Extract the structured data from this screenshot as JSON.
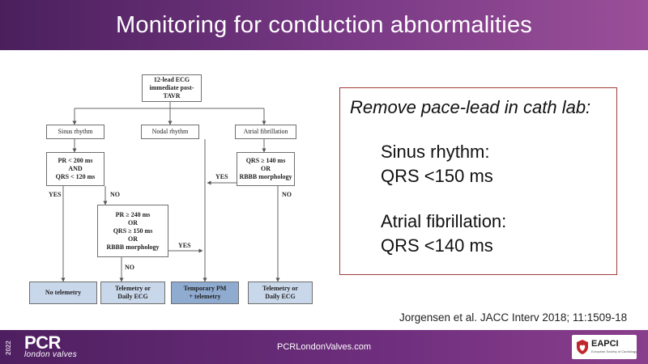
{
  "slide": {
    "title": "Monitoring for conduction abnormalities",
    "citation": "Jorgensen et al. JACC Interv 2018; 11:1509-18",
    "footer_url": "PCRLondonValves.com"
  },
  "logo": {
    "year": "2022",
    "brand": "PCR",
    "sub": "london valves"
  },
  "partner": {
    "name": "EAPCI",
    "subtitle": "European Society of Cardiology"
  },
  "flowchart": {
    "start": [
      "12-lead ECG",
      "immediate post-TAVR"
    ],
    "rhythms": [
      "Sinus rhythm",
      "Nodal rhythm",
      "Atrial fibrillation"
    ],
    "sinus_criteria": [
      "PR < 200 ms",
      "AND",
      "QRS < 120 ms"
    ],
    "af_criteria": [
      "QRS ≥ 140 ms",
      "OR",
      "RBBB morphology"
    ],
    "middle_criteria": [
      "PR ≥ 240 ms",
      "OR",
      "QRS ≥ 150 ms",
      "OR",
      "RBBB morphology"
    ],
    "edge_labels": {
      "yes": "YES",
      "no": "NO"
    },
    "outcomes": [
      [
        "No telemetry"
      ],
      [
        "Telemetry or",
        "Daily ECG"
      ],
      [
        "Temporary PM",
        "+ telemetry"
      ],
      [
        "Telemetry or",
        "Daily ECG"
      ]
    ]
  },
  "callout": {
    "heading": "Remove pace-lead in cath lab:",
    "sinus_label": "Sinus rhythm:",
    "sinus_value": "QRS <150 ms",
    "af_label": "Atrial fibrillation:",
    "af_value": "QRS <140 ms"
  },
  "colors": {
    "header_purple": "#6b2e7c",
    "callout_border": "#a33a3a",
    "outcome_light_blue": "#c9d7ea",
    "outcome_mid_blue": "#8fabd0"
  }
}
